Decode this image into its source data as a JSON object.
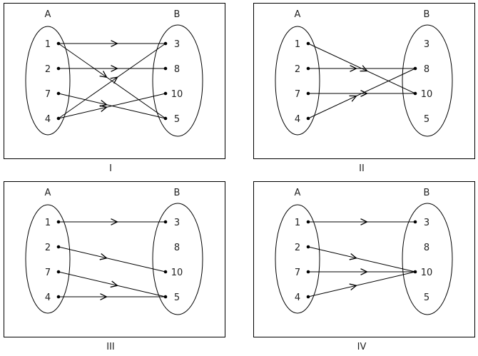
{
  "set_a_label": "A",
  "set_b_label": "B",
  "set_a": [
    "1",
    "2",
    "7",
    "4"
  ],
  "set_b": [
    "3",
    "8",
    "10",
    "5"
  ],
  "diagrams": [
    {
      "label": "I",
      "mappings": [
        [
          "1",
          "3"
        ],
        [
          "1",
          "5"
        ],
        [
          "2",
          "8"
        ],
        [
          "7",
          "5"
        ],
        [
          "4",
          "3"
        ],
        [
          "4",
          "10"
        ]
      ]
    },
    {
      "label": "II",
      "mappings": [
        [
          "1",
          "10"
        ],
        [
          "2",
          "8"
        ],
        [
          "7",
          "10"
        ],
        [
          "4",
          "8"
        ]
      ]
    },
    {
      "label": "III",
      "mappings": [
        [
          "1",
          "3"
        ],
        [
          "2",
          "10"
        ],
        [
          "7",
          "5"
        ],
        [
          "4",
          "5"
        ]
      ]
    },
    {
      "label": "IV",
      "mappings": [
        [
          "1",
          "3"
        ],
        [
          "2",
          "10"
        ],
        [
          "7",
          "10"
        ],
        [
          "4",
          "10"
        ]
      ]
    }
  ]
}
